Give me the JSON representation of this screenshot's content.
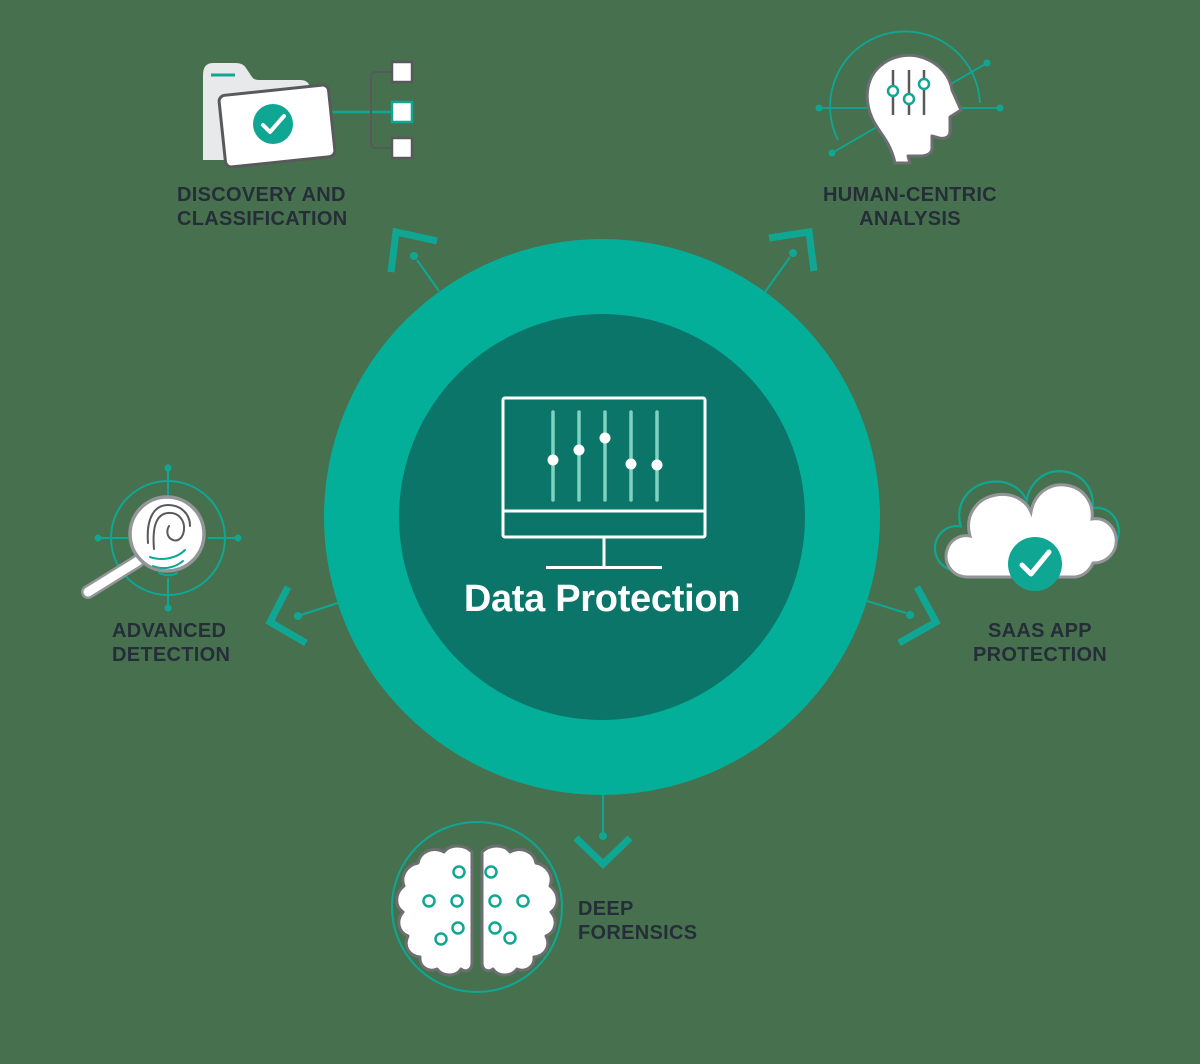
{
  "center": {
    "title": "Data Protection",
    "icon": "monitor-sliders-icon"
  },
  "satellites": [
    {
      "id": "discovery-classification",
      "icon": "folder-check-icon",
      "label_line1": "DISCOVERY AND",
      "label_line2": "CLASSIFICATION"
    },
    {
      "id": "human-centric-analysis",
      "icon": "head-sliders-icon",
      "label_line1": "HUMAN-CENTRIC",
      "label_line2": "ANALYSIS"
    },
    {
      "id": "advanced-detection",
      "icon": "fingerprint-magnifier-icon",
      "label_line1": "ADVANCED",
      "label_line2": "DETECTION"
    },
    {
      "id": "saas-app-protection",
      "icon": "cloud-check-icon",
      "label_line1": "SAAS APP",
      "label_line2": "PROTECTION"
    },
    {
      "id": "deep-forensics",
      "icon": "brain-circuit-icon",
      "label_line1": "DEEP",
      "label_line2": "FORENSICS"
    }
  ],
  "colors": {
    "background": "#47714E",
    "outer_ring": "#04AF9A",
    "inner_circle": "#0A7568",
    "accent_teal": "#0FA794",
    "slider_mint": "#7FD2C0",
    "label_text": "#252E38",
    "icon_outline_dark": "#58595B",
    "icon_outline_gray": "#939598",
    "white": "#FFFFFF"
  }
}
